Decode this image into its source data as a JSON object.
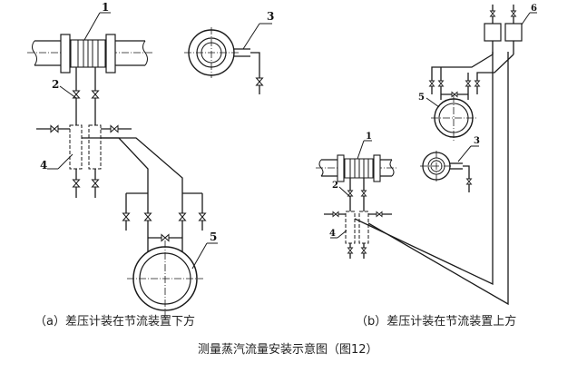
{
  "diagram": {
    "title": "测量蒸汽流量安装示意图（图12）",
    "caption_a": "（a）差压计装在节流装置下方",
    "caption_b": "（b）差压计装在节流装置上方",
    "callouts_a": [
      "1",
      "2",
      "3",
      "4",
      "5"
    ],
    "callouts_b": [
      "1",
      "2",
      "3",
      "4",
      "5",
      "6"
    ],
    "line_color": "#1a1a1a"
  }
}
